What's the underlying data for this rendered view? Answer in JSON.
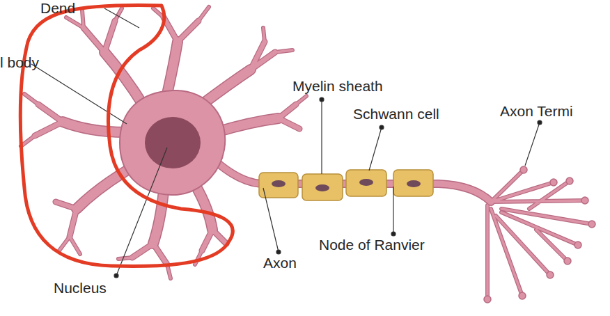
{
  "diagram": {
    "labels": [
      "Dend",
      "l body",
      "Myelin sheath",
      "Schwann cell",
      "Axon Termi",
      "Node of Ranvier",
      "Axon",
      "Nucleus"
    ]
  }
}
